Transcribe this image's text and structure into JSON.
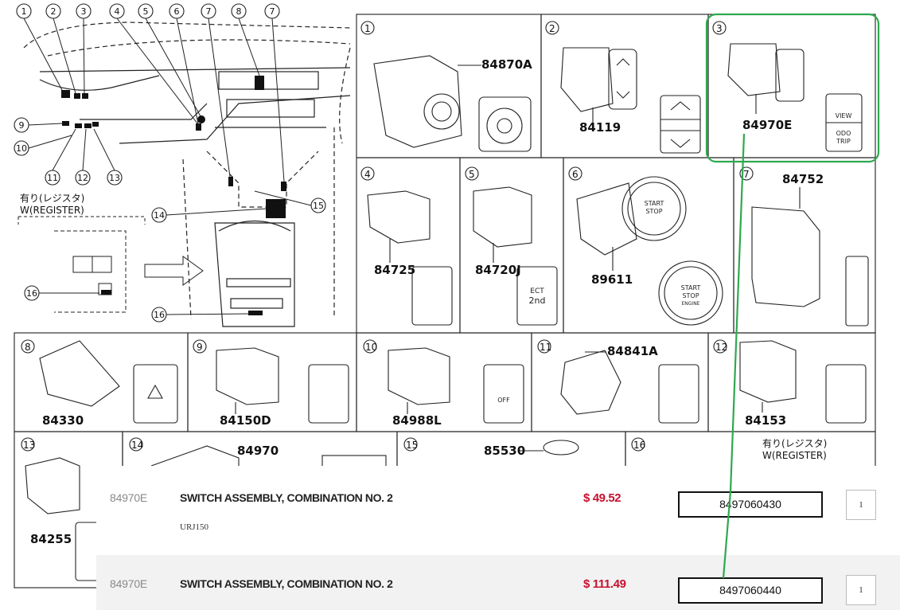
{
  "diagram": {
    "callouts": [
      "1",
      "2",
      "3",
      "4",
      "5",
      "6",
      "7",
      "8",
      "7",
      "9",
      "10",
      "11",
      "12",
      "13",
      "14",
      "15",
      "16",
      "16"
    ],
    "register_label_jp": "有り(レジスタ)",
    "register_label_en": "W(REGISTER)",
    "panels": [
      {
        "num": "1",
        "part": "84870A"
      },
      {
        "num": "2",
        "part": "84119"
      },
      {
        "num": "3",
        "part": "84970E",
        "icon_text_top": "VIEW",
        "icon_text_bottom": "ODO\nTRIP"
      },
      {
        "num": "4",
        "part": "84725"
      },
      {
        "num": "5",
        "part": "84720J",
        "icon_text_top": "ECT",
        "icon_text_bottom": "2nd"
      },
      {
        "num": "6",
        "part": "89611",
        "icon_text": "START STOP ENGINE"
      },
      {
        "num": "7",
        "part": "84752"
      },
      {
        "num": "8",
        "part": "84330"
      },
      {
        "num": "9",
        "part": "84150D"
      },
      {
        "num": "10",
        "part": "84988L",
        "icon_text": "OFF"
      },
      {
        "num": "11",
        "part": "84841A"
      },
      {
        "num": "12",
        "part": "84153"
      },
      {
        "num": "13",
        "part": "84255"
      },
      {
        "num": "14",
        "part": "84970"
      },
      {
        "num": "15",
        "part": "85530"
      },
      {
        "num": "16",
        "part": "",
        "label_jp": "有り(レジスタ)",
        "label_en": "W(REGISTER)"
      }
    ]
  },
  "results": [
    {
      "part_code": "84970E",
      "description": "SWITCH ASSEMBLY, COMBINATION NO. 2",
      "subtitle": "URJ150",
      "price": "$ 49.52",
      "part_number": "8497060430",
      "qty": "1"
    },
    {
      "part_code": "84970E",
      "description": "SWITCH ASSEMBLY, COMBINATION NO. 2",
      "subtitle": "",
      "price": "$ 111.49",
      "part_number": "8497060440",
      "qty": "1"
    }
  ],
  "colors": {
    "price": "#c8102e",
    "highlight": "#2fa84f",
    "row_alt": "#f2f2f2"
  }
}
